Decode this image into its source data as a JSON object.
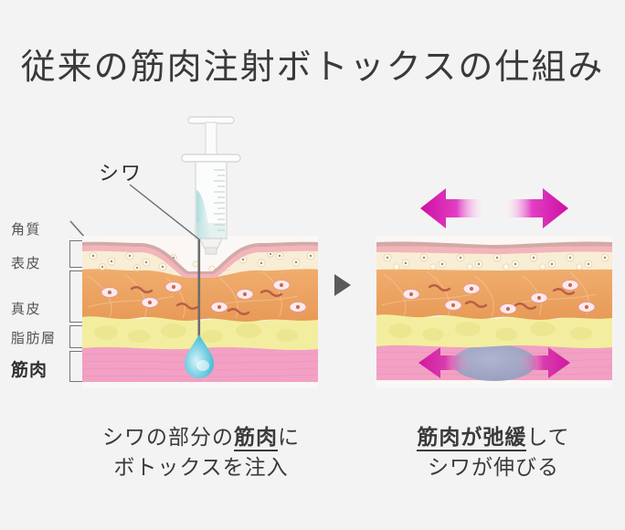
{
  "page": {
    "background_color": "#f4f3f3",
    "title": "従来の筋肉注射ボトックスの仕組み"
  },
  "colors": {
    "title_text": "#3a3a3a",
    "label_text": "#555555",
    "muscle_label_text": "#2e2e2e",
    "bracket": "#757575",
    "arrow_magenta": "#d615b5",
    "arrow_magenta_dark": "#c70f9e",
    "mid_triangle": "#5a5a5a",
    "stratum_corneum": "#c9a3a0",
    "corneum_pink": "#f3b6bb",
    "epidermis": "#f6ebd2",
    "dermis": "#eda463",
    "fat": "#f3ee9f",
    "muscle": "#f2a0c4",
    "droplet": "#5ec8dd",
    "botox_blob": "#9aa7c4",
    "syringe_liquid": "#bfe3e2",
    "syringe_outline": "#d8d8d8"
  },
  "diagram_labels": {
    "wrinkle": "シワ",
    "layers": [
      {
        "id": "stratum-corneum",
        "label": "角質",
        "bold": false
      },
      {
        "id": "epidermis",
        "label": "表皮",
        "bold": false
      },
      {
        "id": "dermis",
        "label": "真皮",
        "bold": false
      },
      {
        "id": "fat-layer",
        "label": "脂肪層",
        "bold": false
      },
      {
        "id": "muscle",
        "label": "筋肉",
        "bold": true
      }
    ]
  },
  "panels": {
    "left": {
      "name": "injection-panel",
      "caption": {
        "line1_pre": "シワの部分の",
        "line1_strong": "筋肉",
        "line1_post": "に",
        "line2": "ボトックスを注入"
      }
    },
    "right": {
      "name": "relaxation-panel",
      "caption": {
        "line1_strong": "筋肉が弛緩",
        "line1_post": "して",
        "line2": "シワが伸びる"
      }
    }
  },
  "icons": {
    "mid_arrow": "play-triangle-icon",
    "syringe": "syringe-icon",
    "droplet": "droplet-icon",
    "arrow_left": "arrow-left-icon",
    "arrow_right": "arrow-right-icon"
  }
}
